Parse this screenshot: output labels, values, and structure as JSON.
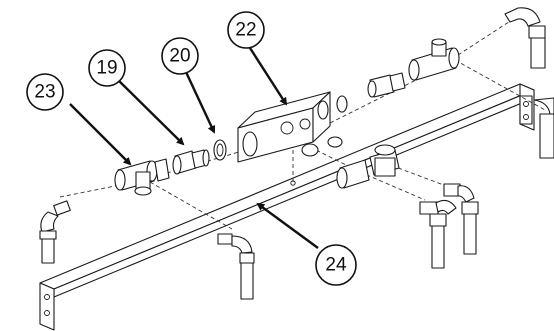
{
  "callouts": [
    {
      "id": "c23",
      "label": "23"
    },
    {
      "id": "c19",
      "label": "19"
    },
    {
      "id": "c20",
      "label": "20"
    },
    {
      "id": "c22",
      "label": "22"
    },
    {
      "id": "c24",
      "label": "24"
    }
  ],
  "colors": {
    "line": "#1a1a1a",
    "background": "#ffffff"
  }
}
